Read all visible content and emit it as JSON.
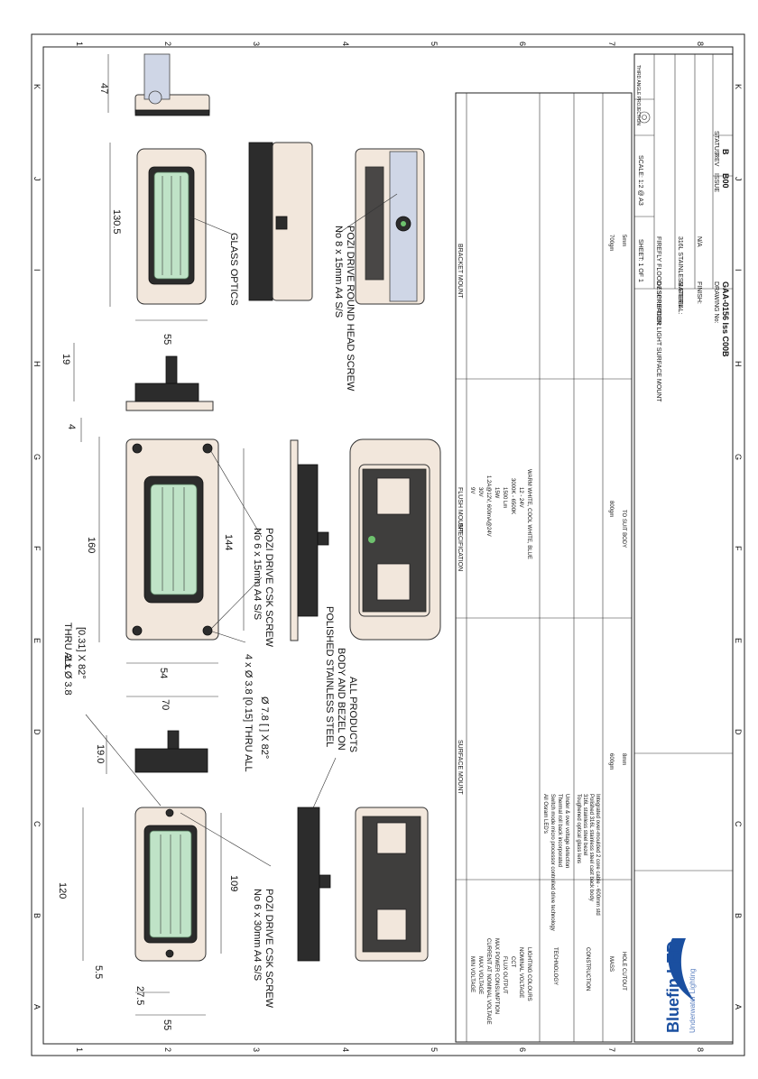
{
  "border": {
    "columns": [
      "1",
      "2",
      "3",
      "4",
      "5",
      "6",
      "7",
      "8"
    ],
    "rows": [
      "A",
      "B",
      "C",
      "D",
      "E",
      "F",
      "G",
      "H",
      "I",
      "J",
      "K"
    ]
  },
  "dimensions": {
    "d47": "47",
    "d130_5": "130.5",
    "d55_top": "55",
    "d19": "19",
    "d4": "4",
    "d160": "160",
    "d144": "144",
    "d54": "54",
    "d70": "70",
    "d19_0": "19.0",
    "d120": "120",
    "d109": "109",
    "d5_5": "5.5",
    "d27_5": "27.5",
    "d55_bot": "55"
  },
  "notes": {
    "glass_optics": "GLASS OPTICS",
    "bracket_screw_1": "No 8 x 15mm A4 S/S",
    "bracket_screw_2": "POZI DRIVE ROUND HEAD SCREW",
    "flush_screw_1": "No 6 x 15mm A4 S/S",
    "flush_screw_2": "POZI DRIVE CSK SCREW",
    "hole2_line1": "2 x Ø 3.8",
    "hole2_thru": "THRU ALL",
    "hole2_line2": "[0.31] X 82°",
    "hole4_line1": "4 x Ø 3.8 [0.15] THRU ALL",
    "hole4_line2": "Ø 7.8 [    ] X 82°",
    "polished_1": "POLISHED STAINLESS STEEL",
    "polished_2": "BODY AND BEZEL ON",
    "polished_3": "ALL PRODUCTS",
    "surface_screw_1": "No 6 x 30mm A4 S/S",
    "surface_screw_2": "POZI DRIVE CSK SCREW"
  },
  "spec_table": {
    "header": "SPECIFICATION",
    "columns": [
      "SURFACE MOUNT",
      "FLUSH MOUNT",
      "BRACKET MOUNT"
    ],
    "rows": [
      {
        "label": "MIN VOLTAGE",
        "value": "9V"
      },
      {
        "label": "MAX VOLTAGE",
        "value": "30V"
      },
      {
        "label": "CURRENT AT NOMINAL VOLTAGE",
        "value": "1.2A@12V, 600mA@24V"
      },
      {
        "label": "MAX POWER CONSUMPTION",
        "value": "15W"
      },
      {
        "label": "FLUX OUTPUT",
        "value": "1500 Lm"
      },
      {
        "label": "CCT",
        "value": "3000K - 6500K"
      },
      {
        "label": "NOMINAL VOLTAGE",
        "value": "12 - 24V"
      },
      {
        "label": "LIGHTING COLOURS",
        "value": "WARM WHITE, COOL WHITE, BLUE"
      }
    ],
    "technology_label": "TECHNOLOGY",
    "technology_items": [
      "All Osram LED's",
      "Switch mode micro processor controlled drive technology",
      "Thermal roll back incorporated",
      "Under & over voltage detection"
    ],
    "construction_label": "CONSTRUCTION",
    "construction_items": [
      "Toughened optical glass lens",
      "316L stainless steel bezel",
      "Polished 316L stainless steel cast back body",
      "Integrated over-moulded 2 core cable - 600mm std"
    ],
    "mass_label": "MASS",
    "mass_values": [
      "600gm",
      "800gm",
      "700gm"
    ],
    "hole_label": "HOLE CUTOUT",
    "hole_values": [
      "8mm",
      "TO SUIT BODY",
      "5mm"
    ]
  },
  "title_block": {
    "projection": "THIRD ANGLE PROJECTION",
    "sheet": "SHEET: 1 OF 1",
    "scale": "SCALE: 1:2 @ A3",
    "description_label": "DESCRIPTION:",
    "description": "FIREFLY FLOOD / SPREADER LIGHT SURFACE MOUNT",
    "material_label": "MATERIAL:",
    "material": "316L STAINLESS STEEL",
    "finish_label": "FINISH:",
    "finish": "N/A",
    "drawing_label": "DRAWING No:",
    "drawing_no": "GAA-0156 Iss C00B",
    "issue_label": "ISSUE",
    "issue": "B00",
    "rev_label": "REV",
    "rev": "B",
    "status_label": "STATUS:"
  },
  "logo": {
    "brand": "Bluefin LED",
    "tagline": "Underwater Lighting"
  }
}
